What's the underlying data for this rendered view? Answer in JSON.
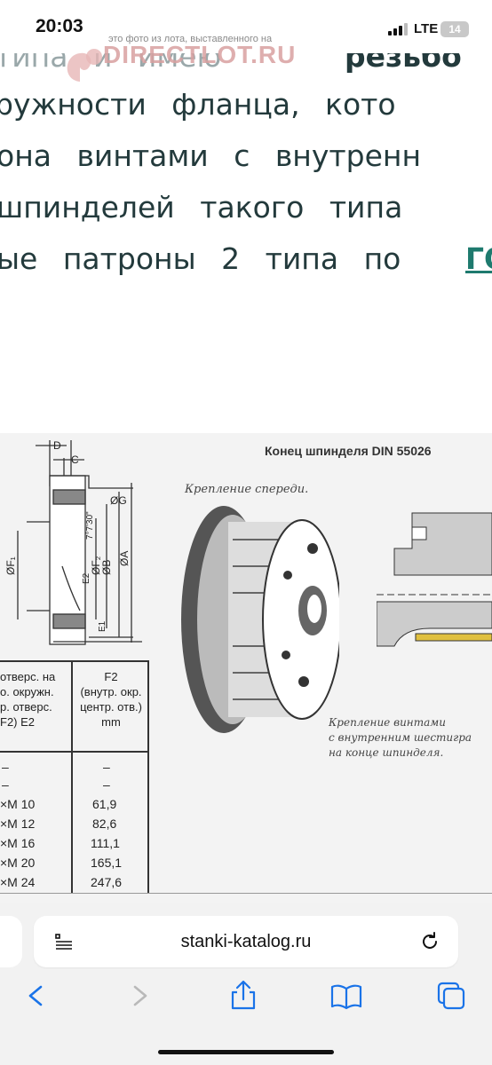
{
  "status_bar": {
    "time": "20:03",
    "watermark": "это фото из лота, выставленного на",
    "network": "LTE",
    "battery": "14"
  },
  "logo": {
    "text": "DIRECTLOT.RU"
  },
  "article": {
    "lines": [
      "типа и имею",
      "резьбо",
      "ружности фланца, кото",
      "она винтами с внутренн",
      "шпинделей такого типа",
      "ые патроны 2 типа по",
      "ГО"
    ]
  },
  "figure": {
    "title": "Конец шпинделя DIN 55026",
    "note_front": "Крепление спереди.",
    "note_screws": [
      "Крепление винтами",
      "с внутренним шестигра",
      "на конце шпинделя."
    ],
    "dim_labels": [
      "D",
      "C",
      "ØG",
      "ØF₁",
      "ØF₂",
      "ØB",
      "ØA",
      "7°7'30\"",
      "E2",
      "E1"
    ],
    "table": {
      "col1_header": [
        "отверс. на",
        "о. окружн.",
        "р. отверс.",
        "F2) E2"
      ],
      "col2_header": [
        "F2",
        "(внутр. окр.",
        "центр. отв.)",
        "mm"
      ],
      "rows": [
        [
          "–",
          "–"
        ],
        [
          "–",
          "–"
        ],
        [
          "×M 10",
          "61,9"
        ],
        [
          "×M 12",
          "82,6"
        ],
        [
          "×M 16",
          "111,1"
        ],
        [
          "×M 20",
          "165,1"
        ],
        [
          "×M 24",
          "247,6"
        ]
      ]
    }
  },
  "browser": {
    "url": "stanki-katalog.ru"
  },
  "icons": [
    "reader-icon",
    "reload-icon",
    "back-icon",
    "forward-icon",
    "share-icon",
    "bookmarks-icon",
    "tabs-icon"
  ]
}
